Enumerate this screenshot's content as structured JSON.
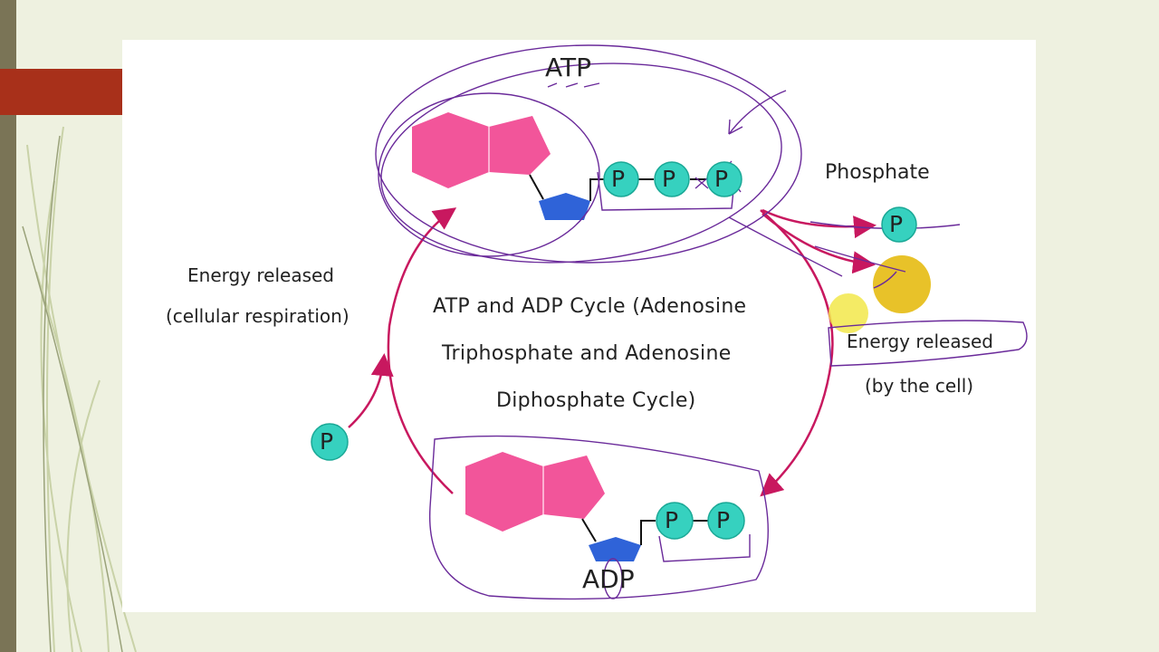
{
  "slide": {
    "accent_color": "#a8301a",
    "side_bar_color": "#7a7456",
    "background_color": "#eef1e0"
  },
  "diagram": {
    "atp_label": "ATP",
    "adp_label": "ADP",
    "phosphate_label": "Phosphate",
    "phosphate_symbol": "P",
    "energy_released_left": "Energy released",
    "energy_released_left_detail": "(cellular respiration)",
    "energy_released_right": "Energy released",
    "energy_released_right_detail": "(by the cell)",
    "center_title_line1": "ATP and ADP Cycle (Adenosine",
    "center_title_line2": "Triphosphate and Adenosine",
    "center_title_line3": "Diphosphate Cycle)",
    "colors": {
      "base_pink": "#f2559a",
      "sugar_blue": "#2f63d8",
      "phosphate_teal": "#36d1bf",
      "arrow_magenta": "#c8185f",
      "annotation_purple": "#6a2a9a",
      "energy_yellow": "#e8c229",
      "highlight_yellow": "#f2e74a"
    }
  }
}
